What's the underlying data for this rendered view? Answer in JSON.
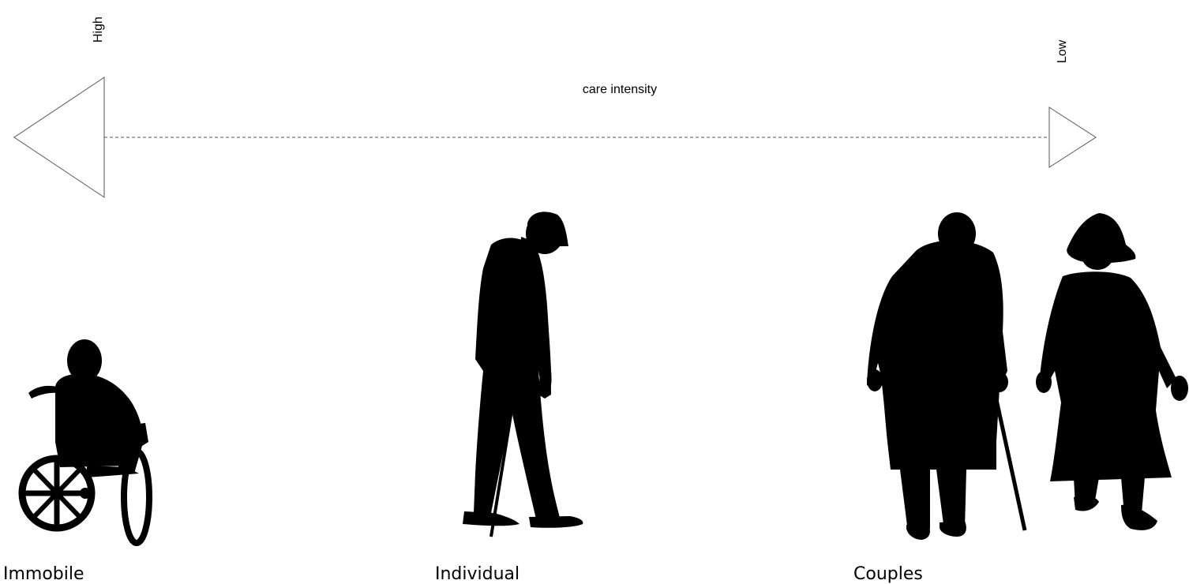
{
  "axis": {
    "title": "care intensity",
    "left_end_label": "High",
    "right_end_label": "Low",
    "line_style": "dashed",
    "left_arrow_icon": "triangle-left-outline-icon",
    "right_arrow_icon": "triangle-right-outline-icon"
  },
  "figures": [
    {
      "label": "Immobile",
      "icon": "person-in-wheelchair-icon"
    },
    {
      "label": "Individual",
      "icon": "elderly-man-with-cane-icon"
    },
    {
      "label": "Couples",
      "icon": "elderly-couple-walking-icon"
    }
  ],
  "colors": {
    "background": "#ffffff",
    "silhouette": "#000000",
    "axis_line": "#555555"
  }
}
